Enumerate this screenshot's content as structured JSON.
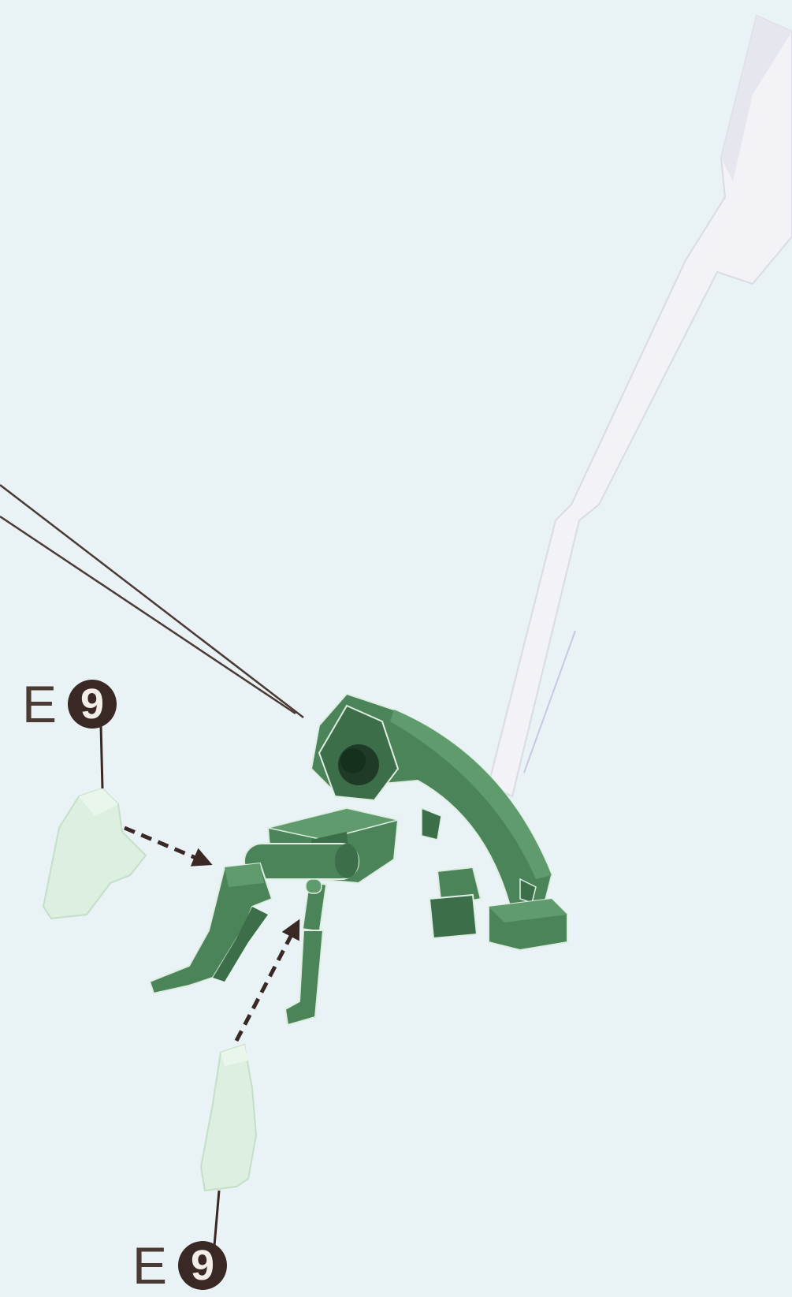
{
  "labels": {
    "upper": {
      "letter": "E",
      "number": "9"
    },
    "lower": {
      "letter": "E",
      "number": "9"
    }
  },
  "colors": {
    "background": "#e9f2f5",
    "part_green": "#4a8458",
    "part_green_dark": "#3c6f49",
    "part_green_light": "#5f9b6c",
    "new_part": "#dcefe0",
    "blade": "#f0f0f4",
    "arrow": "#3a2824"
  },
  "icons": {
    "arrow_upper": "dashed-arrow-right",
    "arrow_lower": "dashed-arrow-up"
  }
}
